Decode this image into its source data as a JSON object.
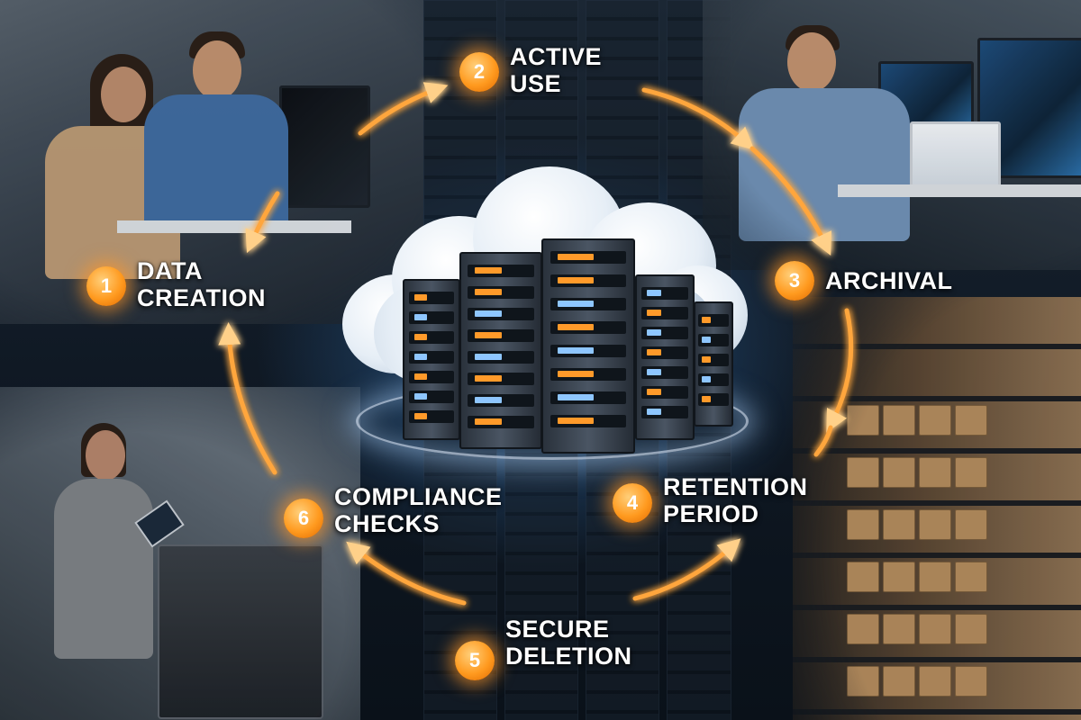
{
  "diagram": {
    "steps": [
      {
        "number": "1",
        "line1": "DATA",
        "line2": "CREATION"
      },
      {
        "number": "2",
        "line1": "ACTIVE",
        "line2": "USE"
      },
      {
        "number": "3",
        "line1": "ARCHIVAL",
        "line2": ""
      },
      {
        "number": "4",
        "line1": "RETENTION",
        "line2": "PERIOD"
      },
      {
        "number": "5",
        "line1": "SECURE",
        "line2": "DELETION"
      },
      {
        "number": "6",
        "line1": "COMPLIANCE",
        "line2": "CHECKS"
      }
    ],
    "colors": {
      "accent": "#ff9a1f",
      "arrow": "#ffb347",
      "label_text": "#ffffff"
    },
    "center_graphic": "cloud-server-racks",
    "background_scenes": [
      "office-collaboration",
      "workstation-user",
      "archive-warehouse",
      "tablet-user-with-printer"
    ]
  }
}
